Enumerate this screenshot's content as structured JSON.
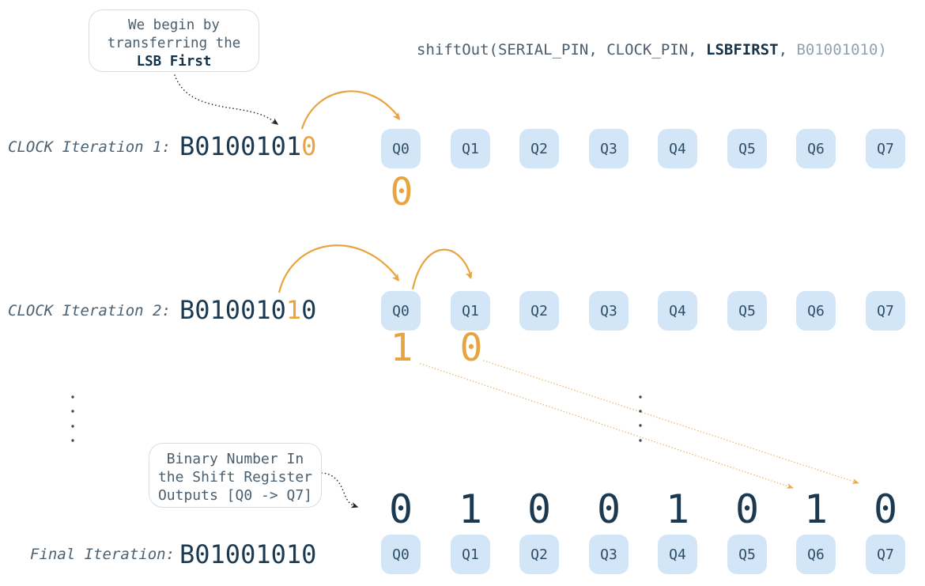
{
  "palette": {
    "navy": "#1b3a52",
    "orange": "#e8a440",
    "slate": "#4d6171",
    "muted_gray": "#95a1ad",
    "box_blue": "#d3e6f7"
  },
  "callout_lsb": {
    "line1": "We begin by",
    "line2": "transferring the",
    "line3": "LSB First"
  },
  "code": {
    "prefix": "shiftOut(SERIAL_PIN, CLOCK_PIN, ",
    "keyword": "LSBFIRST",
    "separator": ", ",
    "argument": "B01001010)"
  },
  "registers": [
    "Q0",
    "Q1",
    "Q2",
    "Q3",
    "Q4",
    "Q5",
    "Q6",
    "Q7"
  ],
  "iteration1": {
    "label": "CLOCK Iteration 1:",
    "binary_head": "B0100101",
    "binary_active": "0",
    "q0_output": "0"
  },
  "iteration2": {
    "label": "CLOCK Iteration 2:",
    "binary_head": "B010010",
    "binary_active": "1",
    "binary_tail": "0",
    "q0_output": "1",
    "q1_output": "0"
  },
  "callout_output": {
    "line1": "Binary Number In",
    "line2": "the Shift Register",
    "line3": "Outputs [Q0 -> Q7]"
  },
  "final": {
    "label": "Final Iteration:",
    "binary": "B01001010",
    "digits": [
      "0",
      "1",
      "0",
      "0",
      "1",
      "0",
      "1",
      "0"
    ]
  }
}
